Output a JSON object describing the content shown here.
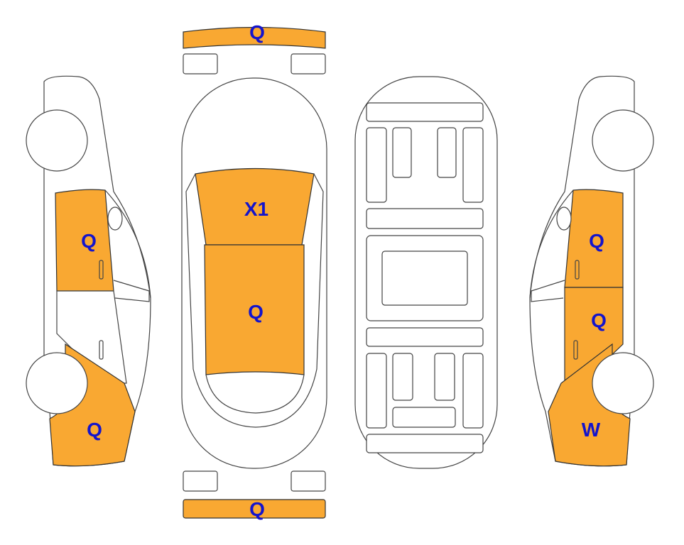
{
  "colors": {
    "damage_fill": "#F9A832",
    "label_text": "#1414CC",
    "outline": "#444444"
  },
  "labels": {
    "front_bumper": "Q",
    "hood": "X1",
    "roof": "Q",
    "rear_bumper": "Q",
    "left_front_door": "Q",
    "left_rear_quarter": "Q",
    "right_front_door": "Q",
    "right_rear_door": "Q",
    "right_rear_quarter": "W"
  }
}
